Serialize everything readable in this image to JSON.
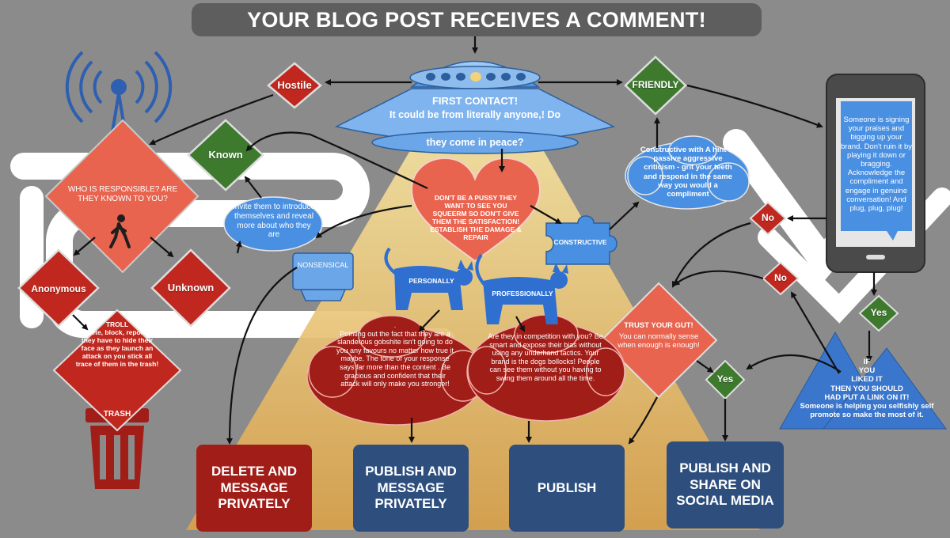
{
  "title": "YOUR BLOG POST RECEIVES A COMMENT!",
  "ufo": {
    "line1": "FIRST CONTACT!",
    "line2": "It could be from literally anyone,!  Do",
    "line3": "they come in peace?"
  },
  "hostile": "Hostile",
  "friendly": "FRIENDLY",
  "who_responsible": "WHO IS RESPONSIBLE? ARE THEY KNOWN TO YOU?",
  "known": "Known",
  "unknown": "Unknown",
  "anonymous": "Anonymous",
  "invite": "Invite them to introduce themselves and  reveal  more about who they are",
  "troll": "TROLL\nDelete, block, report. If they have to hide their face as they launch an attack on you stick all trace of them in the trash!",
  "trash": "TRASH",
  "heart": "DON'T BE A PUSSY THEY WANT TO SEE YOU SQUEERM SO DON'T GIVE THEM THE SATISFACTION! ESTABLISH THE DAMAGE & REPAIR",
  "nonsensical": "NONSENSICAL",
  "constructive": "CONSTRUCTIVE",
  "personally": "PERSONALLY",
  "professionally": "PROFESSIONALLY",
  "constructive_cloud": "Constructive with A hint of passive aggressive criticism - grit your teeth and respond in the same way you would a compliment",
  "personal_cloud": ".\nPointing out the fact that they are a slanderous gobshite isn't going to do you any favours  no matter how true it maybe. The tone of your response  says far more than the content . Be gracious and confident that their attack will only make you stronger!",
  "professional_cloud": "Are they in competition with you? Be smart and expose their bias without using any underhand tactics.  Your brand is the dogs bollocks! People can see them without you having to swing them around all the time.",
  "phone_text": "Someone is signing your praises and bigging up your brand. Don't ruin it by playing it down or bragging. Acknowledge the compliment and engage in genuine conversation! And plug, plug, plug!",
  "no1": "No",
  "no2": "No",
  "yes1": "Yes",
  "yes2": "Yes",
  "gut_title": "TRUST YOUR GUT!",
  "gut_text": "You can normally sense when enough is enough!",
  "mountain": "IF\nYOU\nLIKED IT\nTHEN YOU SHOULD\nHAD PUT A LINK ON IT!\nSomeone is helping you selfishly self promote so make the most of it.",
  "boxes": {
    "delete": "DELETE AND MESSAGE PRIVATELY",
    "publish_msg": "PUBLISH AND MESSAGE PRIVATELY",
    "publish": "PUBLISH",
    "publish_share": "PUBLISH AND SHARE ON SOCIAL MEDIA"
  },
  "colors": {
    "background": "#8b8b8b",
    "red_diamond": "#c0281f",
    "green_diamond": "#3d7a2e",
    "salmon": "#e8644f",
    "blue_cloud": "#4a90e2",
    "dark_red": "#a11d18",
    "navy": "#2e4f7e",
    "yellow_beam": "#f2d27a",
    "gray_title": "#5e5e5e"
  }
}
